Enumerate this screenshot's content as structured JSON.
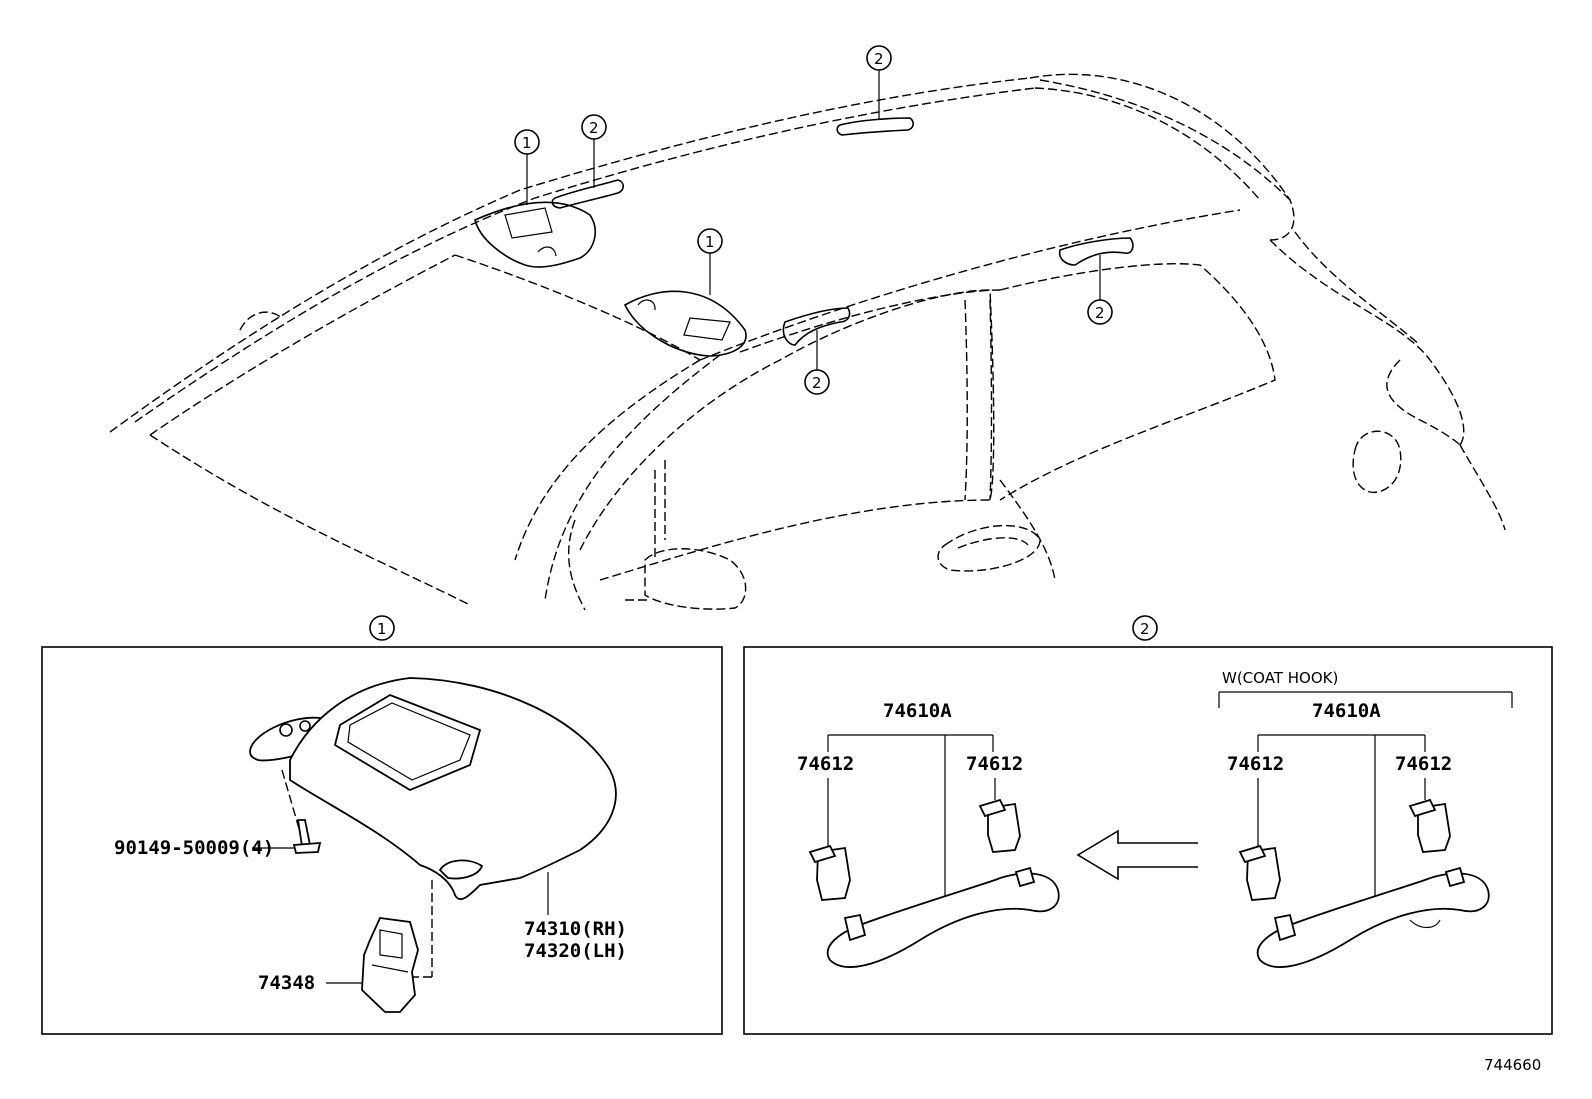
{
  "diagram_id": "744660",
  "callouts": {
    "visor_ref": "1",
    "grip_ref": "2"
  },
  "panel_visor": {
    "ref": "1",
    "parts": {
      "screw": "90149-50009(4)",
      "visor_rh": "74310(RH)",
      "visor_lh": "74320(LH)",
      "holder": "74348"
    }
  },
  "panel_grip": {
    "ref": "2",
    "variant_label": "W(COAT HOOK)",
    "left": {
      "assembly": "74610A",
      "cap_left": "74612",
      "cap_right": "74612"
    },
    "right": {
      "assembly": "74610A",
      "cap_left": "74612",
      "cap_right": "74612"
    }
  }
}
